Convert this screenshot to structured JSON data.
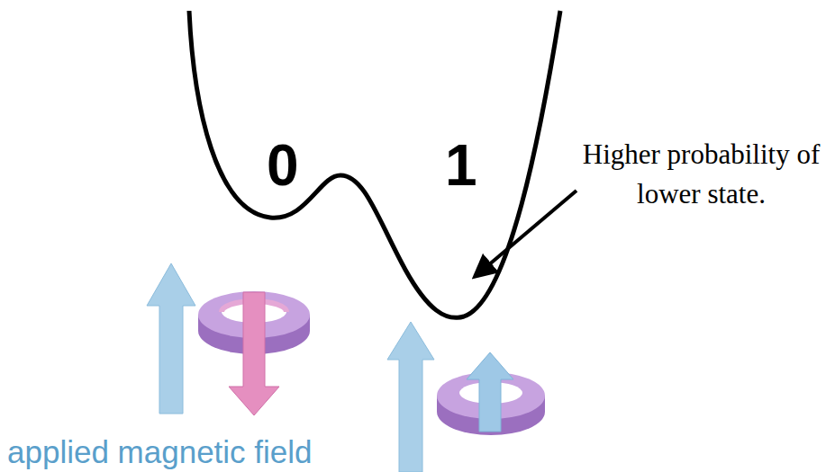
{
  "diagram": {
    "labels": [
      "0",
      "1",
      "Higher probability of lower state.",
      "applied magnetic field"
    ]
  }
}
